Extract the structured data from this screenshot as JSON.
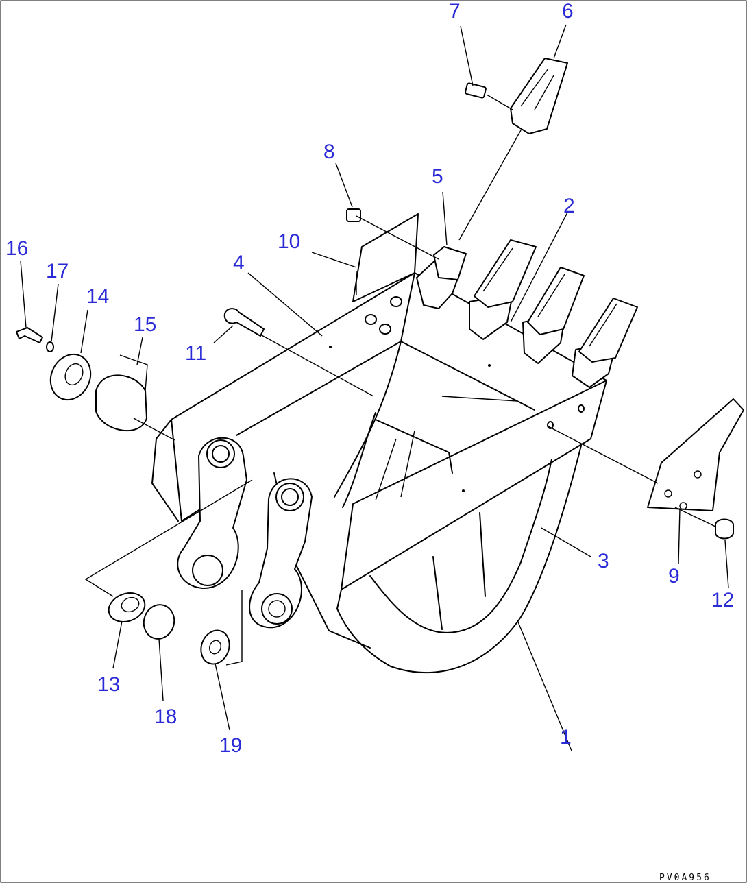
{
  "callouts": [
    {
      "label": "1"
    },
    {
      "label": "2"
    },
    {
      "label": "3"
    },
    {
      "label": "4"
    },
    {
      "label": "5"
    },
    {
      "label": "6"
    },
    {
      "label": "7"
    },
    {
      "label": "8"
    },
    {
      "label": "9"
    },
    {
      "label": "10"
    },
    {
      "label": "11"
    },
    {
      "label": "12"
    },
    {
      "label": "13"
    },
    {
      "label": "14"
    },
    {
      "label": "15"
    },
    {
      "label": "16"
    },
    {
      "label": "17"
    },
    {
      "label": "18"
    },
    {
      "label": "19"
    }
  ],
  "reference_code": "PV0A956",
  "colors": {
    "callout": "#2a2ad6",
    "line": "#000000",
    "background": "#ffffff"
  }
}
